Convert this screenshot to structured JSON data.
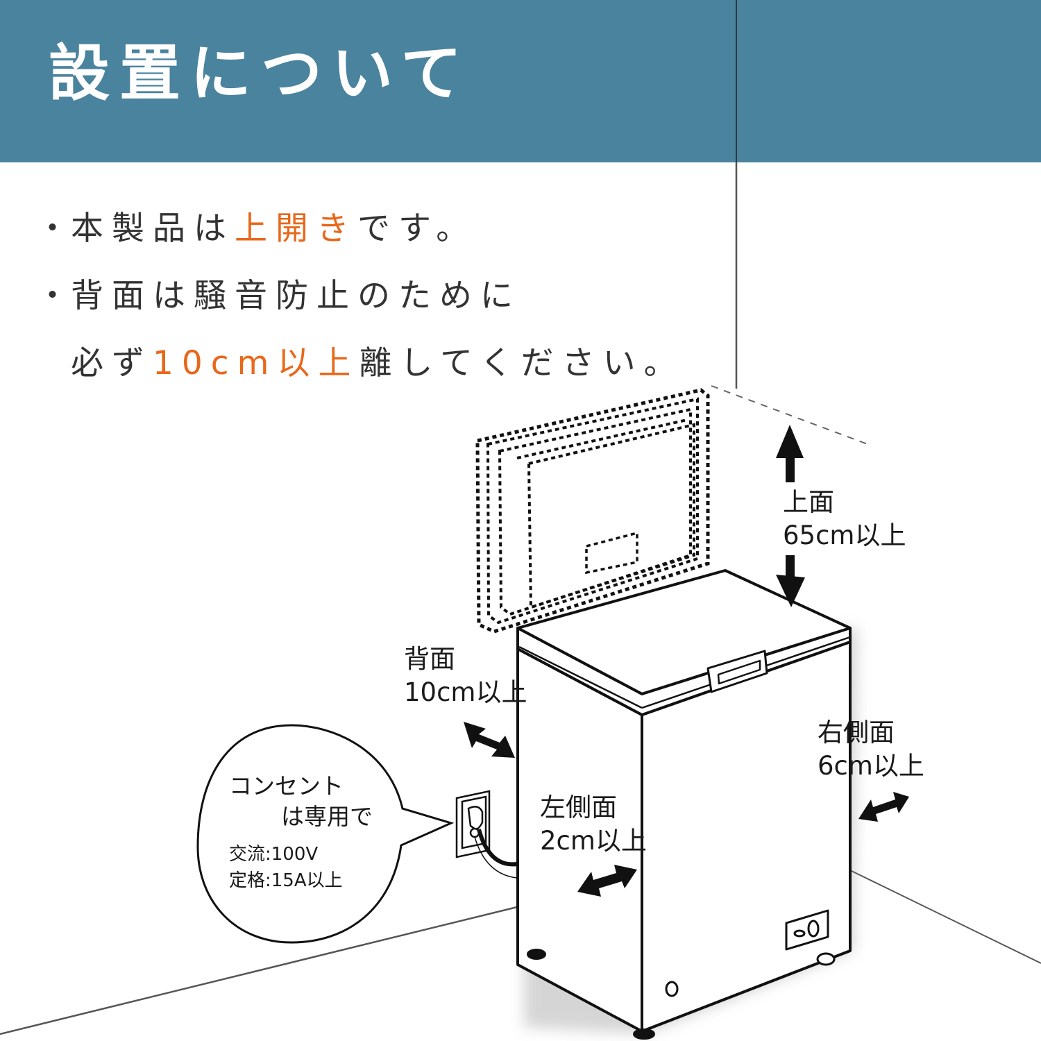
{
  "header": {
    "title": "設置について",
    "background_color": "#4a839e"
  },
  "bullets": [
    {
      "marker": "・",
      "segments": [
        {
          "text": "本製品は",
          "accent": false
        },
        {
          "text": "上開き",
          "accent": true
        },
        {
          "text": "です。",
          "accent": false
        }
      ]
    },
    {
      "marker": "・",
      "segments": [
        {
          "text": "背面は騒音防止のために",
          "accent": false
        }
      ],
      "continuation": [
        {
          "text": "必ず",
          "accent": false
        },
        {
          "text": "10cm以上",
          "accent": true
        },
        {
          "text": "離してください。",
          "accent": false
        }
      ]
    }
  ],
  "colors": {
    "accent": "#e8681a",
    "text": "#333333",
    "header_bg": "#4a839e",
    "line": "#1a1a1a"
  },
  "clearances": {
    "top": {
      "side": "上面",
      "distance": "65cm以上"
    },
    "back": {
      "side": "背面",
      "distance": "10cm以上"
    },
    "left": {
      "side": "左側面",
      "distance": "2cm以上"
    },
    "right": {
      "side": "右側面",
      "distance": "6cm以上"
    }
  },
  "outlet_bubble": {
    "line1": "コンセント",
    "line2": "は専用で",
    "spec_voltage": "交流:100V",
    "spec_current": "定格:15A以上"
  },
  "illustration": {
    "subject": "chest-freezer",
    "lid_state": "open-dashed-outline",
    "arrows": [
      "up-down-arrow",
      "back-double-arrow",
      "left-double-arrow",
      "right-double-arrow"
    ]
  }
}
